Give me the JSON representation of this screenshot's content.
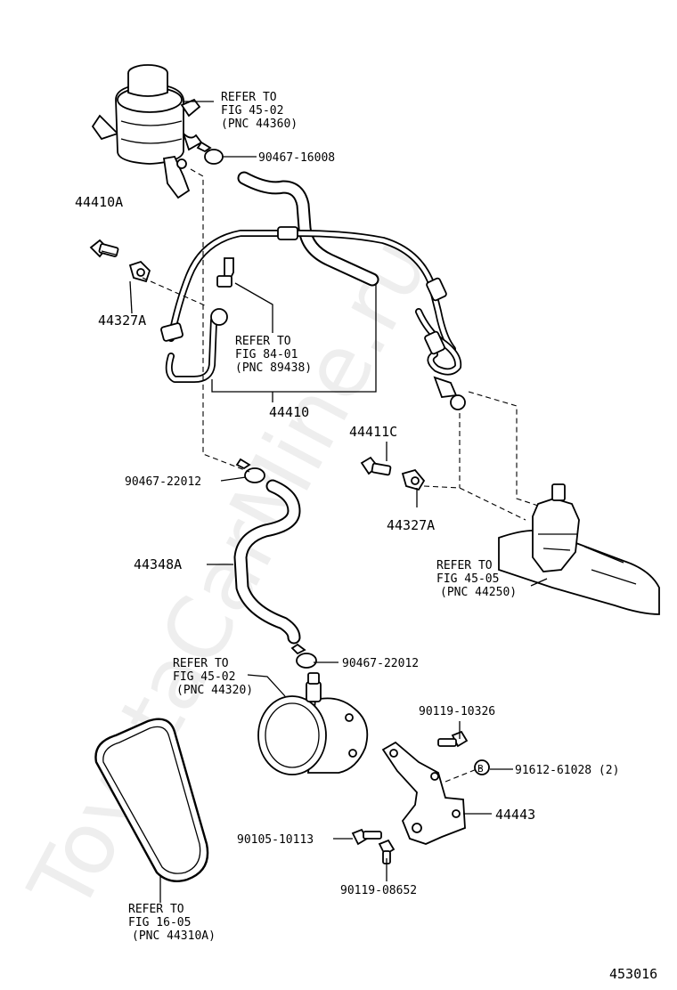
{
  "watermark": "ToyotaCarMine.ru",
  "figure_number": "453016",
  "refer_notes": {
    "reservoir": {
      "l1": "REFER TO",
      "l2": "FIG 45-02",
      "l3": "(PNC 44360)"
    },
    "sensor": {
      "l1": "REFER TO",
      "l2": "FIG 84-01",
      "l3": "(PNC 89438)"
    },
    "gear": {
      "l1": "REFER TO",
      "l2": "FIG 45-05",
      "l3": "(PNC 44250)"
    },
    "pump": {
      "l1": "REFER TO",
      "l2": "FIG 45-02",
      "l3": "(PNC 44320)"
    },
    "belt": {
      "l1": "REFER TO",
      "l2": "FIG 16-05",
      "l3": "(PNC 44310A)"
    }
  },
  "parts": {
    "clamp_top": "90467-16008",
    "union_bolt_a": "44410A",
    "gasket_a": "44327A",
    "pressure_tube": "44410",
    "union_bolt_c": "44411C",
    "gasket_c": "44327A",
    "clamp_mid": "90467-22012",
    "return_hose": "44348A",
    "clamp_low": "90467-22012",
    "bolt_bracket_top": "90119-10326",
    "nut_bracket": "91612-61028 (2)",
    "bracket": "44443",
    "bolt_left": "90105-10113",
    "bolt_bottom": "90119-08652"
  },
  "icons": {
    "nut_marker_letter": "B"
  },
  "colors": {
    "line": "#000000",
    "background": "#ffffff",
    "watermark": "#d9d9d9"
  }
}
